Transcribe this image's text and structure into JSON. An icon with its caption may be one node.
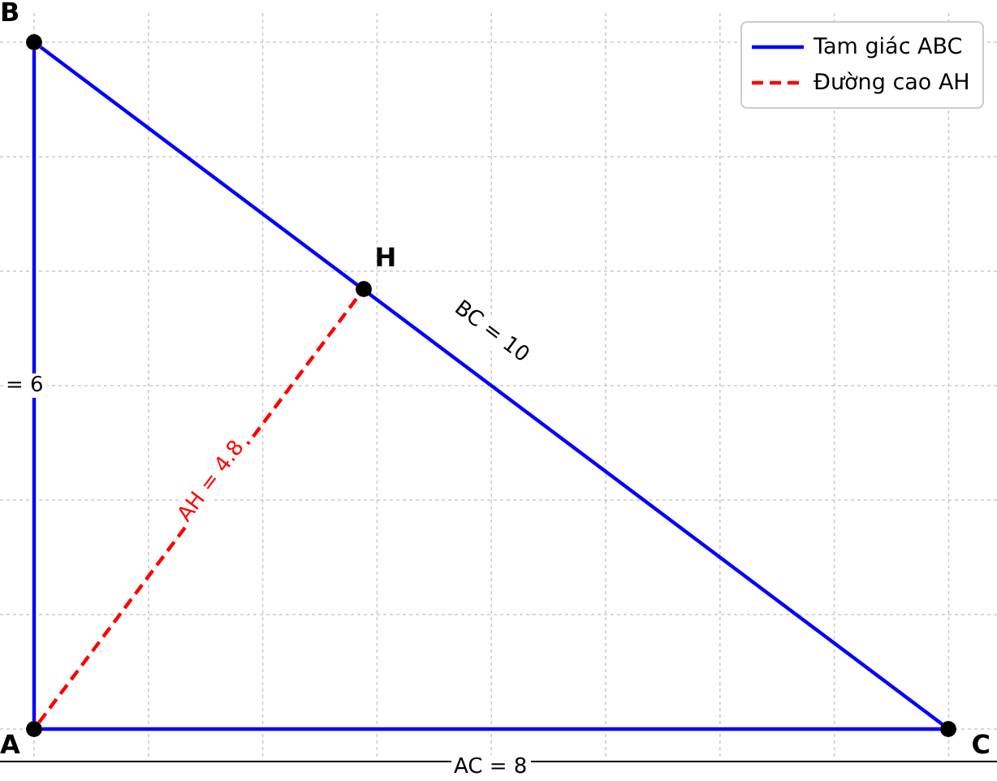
{
  "diagram": {
    "nodes": [
      {
        "text": [
          "B"
        ]
      },
      {
        "text": [
          "H"
        ]
      },
      {
        "text": [
          "A"
        ]
      },
      {
        "text": [
          "C"
        ]
      }
    ],
    "edges": [
      {
        "from": 0,
        "to": 2,
        "arrow": "none",
        "label": "= 6"
      },
      {
        "from": 0,
        "to": 3,
        "arrow": "none",
        "label": "BC = 10"
      },
      {
        "from": 2,
        "to": 3,
        "arrow": "none",
        "label": "AC = 8"
      },
      {
        "from": 2,
        "to": 1,
        "arrow": "none",
        "label": "AH = 4.8",
        "style": "dashed",
        "color": "#ff0000"
      }
    ],
    "legend": [
      {
        "text": "Tam giác ABC"
      },
      {
        "text": "Đường cao AH"
      }
    ]
  }
}
